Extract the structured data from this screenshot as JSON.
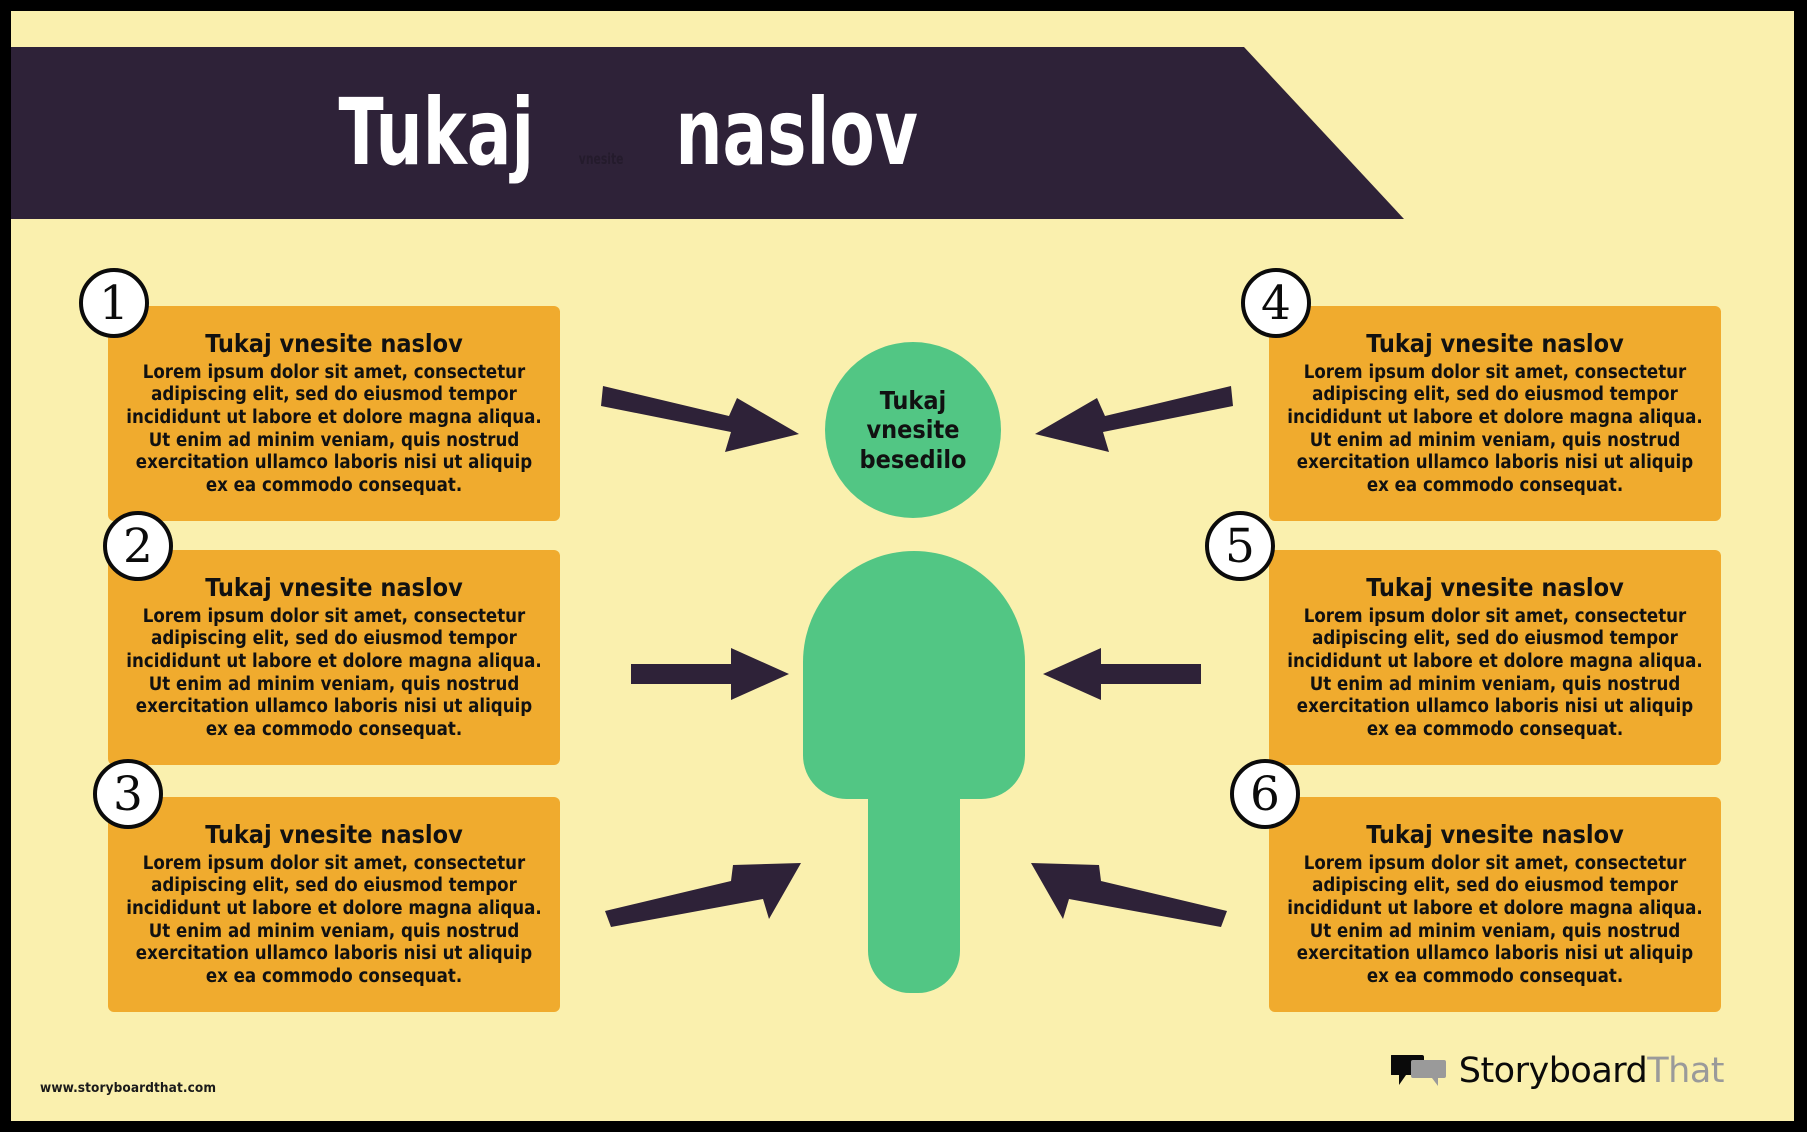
{
  "colors": {
    "frame": "#000000",
    "background": "#FAF0AE",
    "header_band": "#2E2238",
    "card": "#F0AB2E",
    "accent_green": "#52C684",
    "arrow": "#2E2238",
    "badge_fill": "#FFFFFF",
    "badge_stroke": "#0B0B0B",
    "text_dark": "#111111",
    "brand_gray": "#9A9A9A"
  },
  "header": {
    "title_part_1": "Tukaj",
    "title_part_small": "vnesite",
    "title_part_2": "naslov",
    "full_title": "Tukaj vnesite naslov"
  },
  "center": {
    "head_text": "Tukaj\nvnesite\nbesedilo",
    "head_text_lines": [
      "Tukaj",
      "vnesite",
      "besedilo"
    ]
  },
  "cards": [
    {
      "number": "1",
      "heading": "Tukaj vnesite naslov",
      "body": "Lorem ipsum dolor sit amet, consectetur adipiscing elit, sed do eiusmod tempor incididunt ut labore et dolore magna aliqua. Ut enim ad minim veniam, quis nostrud exercitation ullamco laboris nisi ut aliquip ex ea commodo consequat."
    },
    {
      "number": "2",
      "heading": "Tukaj vnesite naslov",
      "body": "Lorem ipsum dolor sit amet, consectetur adipiscing elit, sed do eiusmod tempor incididunt ut labore et dolore magna aliqua. Ut enim ad minim veniam, quis nostrud exercitation ullamco laboris nisi ut aliquip ex ea commodo consequat."
    },
    {
      "number": "3",
      "heading": "Tukaj vnesite naslov",
      "body": "Lorem ipsum dolor sit amet, consectetur adipiscing elit, sed do eiusmod tempor incididunt ut labore et dolore magna aliqua. Ut enim ad minim veniam, quis nostrud exercitation ullamco laboris nisi ut aliquip ex ea commodo consequat."
    },
    {
      "number": "4",
      "heading": "Tukaj vnesite naslov",
      "body": "Lorem ipsum dolor sit amet, consectetur adipiscing elit, sed do eiusmod tempor incididunt ut labore et dolore magna aliqua. Ut enim ad minim veniam, quis nostrud exercitation ullamco laboris nisi ut aliquip ex ea commodo consequat."
    },
    {
      "number": "5",
      "heading": "Tukaj vnesite naslov",
      "body": "Lorem ipsum dolor sit amet, consectetur adipiscing elit, sed do eiusmod tempor incididunt ut labore et dolore magna aliqua. Ut enim ad minim veniam, quis nostrud exercitation ullamco laboris nisi ut aliquip ex ea commodo consequat."
    },
    {
      "number": "6",
      "heading": "Tukaj vnesite naslov",
      "body": "Lorem ipsum dolor sit amet, consectetur adipiscing elit, sed do eiusmod tempor incididunt ut labore et dolore magna aliqua. Ut enim ad minim veniam, quis nostrud exercitation ullamco laboris nisi ut aliquip ex ea commodo consequat."
    }
  ],
  "arrows": [
    {
      "name": "arrow-from-card-1",
      "direction": "right-down"
    },
    {
      "name": "arrow-from-card-2",
      "direction": "right"
    },
    {
      "name": "arrow-from-card-3",
      "direction": "right-up"
    },
    {
      "name": "arrow-from-card-4",
      "direction": "left-down"
    },
    {
      "name": "arrow-from-card-5",
      "direction": "left"
    },
    {
      "name": "arrow-from-card-6",
      "direction": "left-up"
    }
  ],
  "footer": {
    "site_url": "www.storyboardthat.com",
    "brand_primary": "Storyboard",
    "brand_secondary": "That"
  }
}
